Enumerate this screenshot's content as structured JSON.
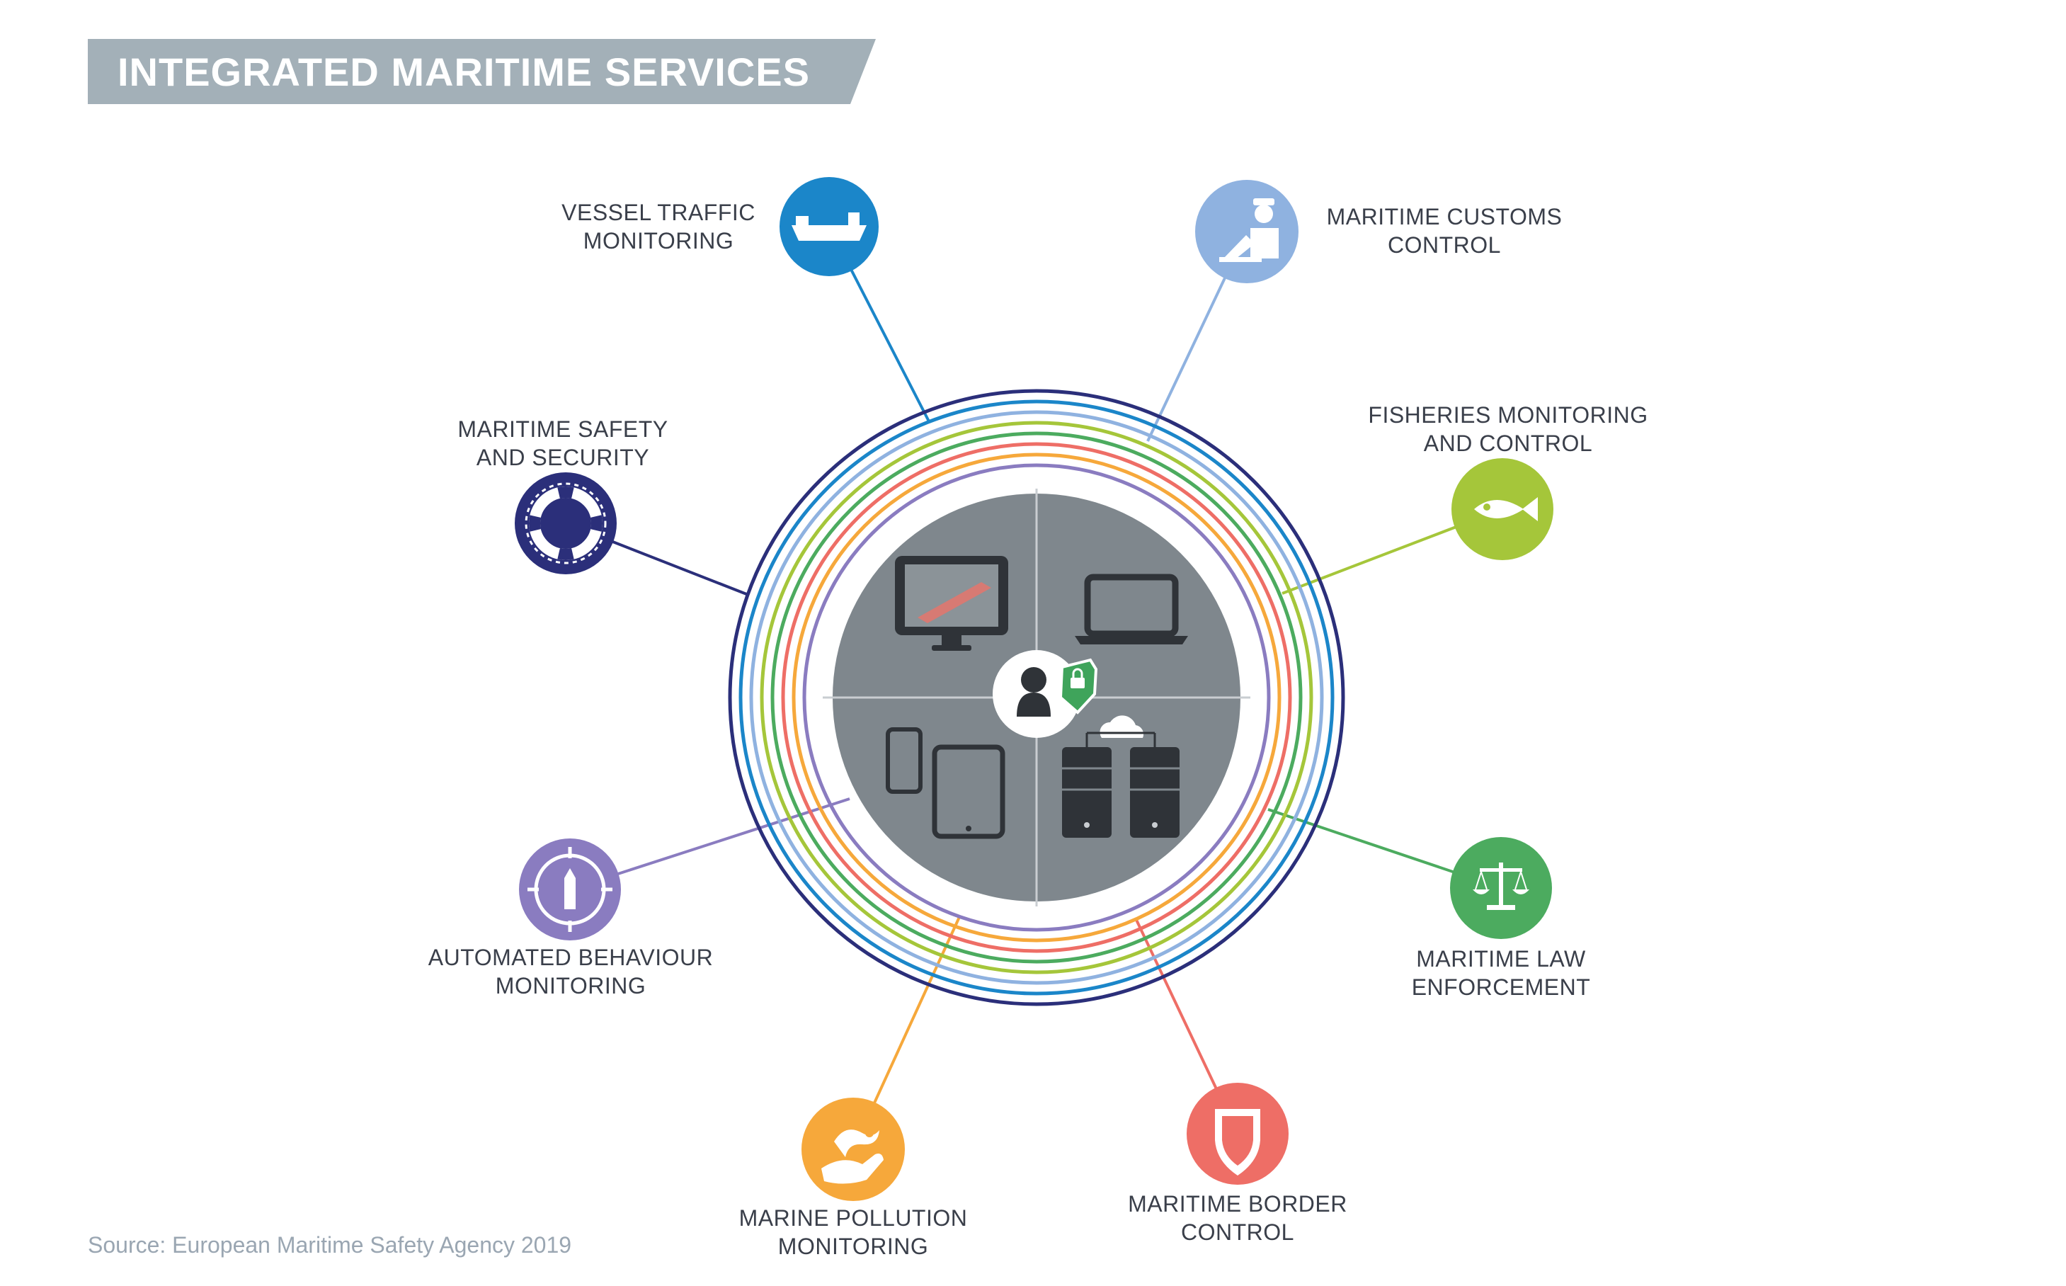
{
  "title": "INTEGRATED MARITIME SERVICES",
  "source": "Source: European Maritime Safety Agency 2019",
  "colors": {
    "banner": "#a3b0b8",
    "ring_navy": "#2b2f7a",
    "ring_blue": "#1b86c9",
    "ring_light_blue": "#8fb2e0",
    "ring_lime": "#a5c63a",
    "ring_green": "#4cab5f",
    "ring_red": "#ee6e66",
    "ring_orange": "#f6a83b",
    "ring_purple": "#8a7cc0",
    "center_disk": "#7f878d"
  },
  "services": [
    {
      "id": "vessel-traffic",
      "lines": [
        "VESSEL TRAFFIC",
        "MONITORING"
      ],
      "color": "#1b86c9",
      "icon": "ship-icon"
    },
    {
      "id": "customs",
      "lines": [
        "MARITIME CUSTOMS",
        "CONTROL"
      ],
      "color": "#8fb2e0",
      "icon": "customs-officer-icon"
    },
    {
      "id": "fisheries",
      "lines": [
        "FISHERIES MONITORING",
        "AND CONTROL"
      ],
      "color": "#a5c63a",
      "icon": "fish-icon"
    },
    {
      "id": "law-enforcement",
      "lines": [
        "MARITIME LAW",
        "ENFORCEMENT"
      ],
      "color": "#4cab5f",
      "icon": "scales-icon"
    },
    {
      "id": "border-control",
      "lines": [
        "MARITIME BORDER",
        "CONTROL"
      ],
      "color": "#ee6e66",
      "icon": "shield-icon"
    },
    {
      "id": "pollution",
      "lines": [
        "MARINE POLLUTION",
        "MONITORING"
      ],
      "color": "#f6a83b",
      "icon": "hand-wave-icon"
    },
    {
      "id": "behaviour",
      "lines": [
        "AUTOMATED BEHAVIOUR",
        "MONITORING"
      ],
      "color": "#8a7cc0",
      "icon": "target-vessel-icon"
    },
    {
      "id": "safety",
      "lines": [
        "MARITIME SAFETY",
        "AND SECURITY"
      ],
      "color": "#2b2f7a",
      "icon": "lifebuoy-icon"
    }
  ],
  "center": {
    "quadrants": [
      "monitor-ship-icon",
      "laptop-icon",
      "phone-tablet-icon",
      "server-cloud-icon"
    ],
    "hub": "user-lock-icon"
  }
}
